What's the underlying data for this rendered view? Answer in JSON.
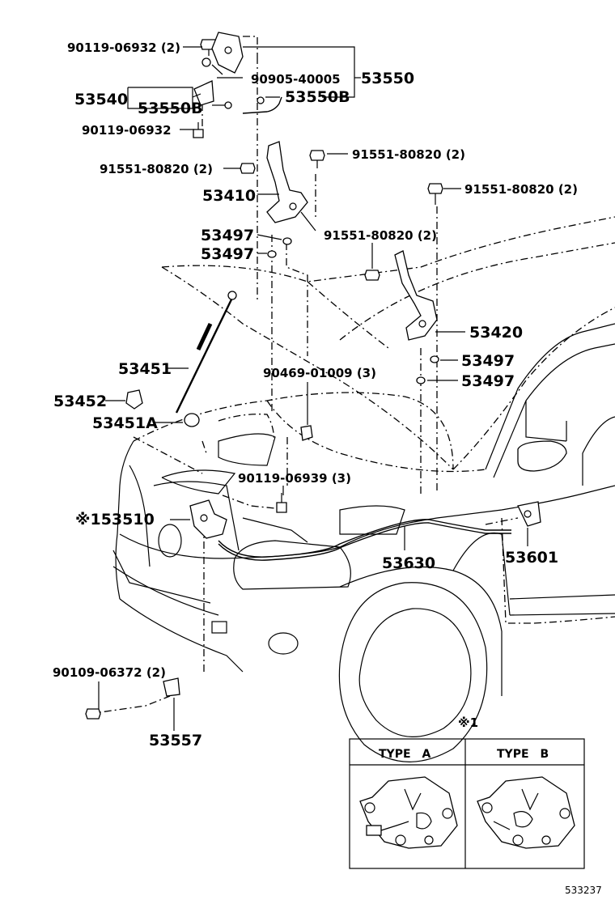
{
  "labels": {
    "p1": "90119-06932 (2)",
    "p2": "90905-40005",
    "p3": "53550",
    "p4": "53540",
    "p5": "53550B",
    "p6": "53550B",
    "p7": "90119-06932",
    "p8": "91551-80820 (2)",
    "p9": "91551-80820 (2)",
    "p10": "91551-80820 (2)",
    "p11": "53410",
    "p12": "91551-80820 (2)",
    "p13": "53497",
    "p14": "53497",
    "p15": "53420",
    "p16": "53497",
    "p17": "53497",
    "p18": "53451",
    "p19": "90469-01009 (3)",
    "p20": "53452",
    "p21": "53451A",
    "p22": "90119-06939 (3)",
    "p23": "※153510",
    "p24": "53630",
    "p25": "53601",
    "p26": "90109-06372 (2)",
    "p27": "53557"
  },
  "note_mark": "※1",
  "type_box": {
    "type_a": "TYPE　A",
    "type_b": "TYPE　B"
  },
  "catalog_code": "533237"
}
